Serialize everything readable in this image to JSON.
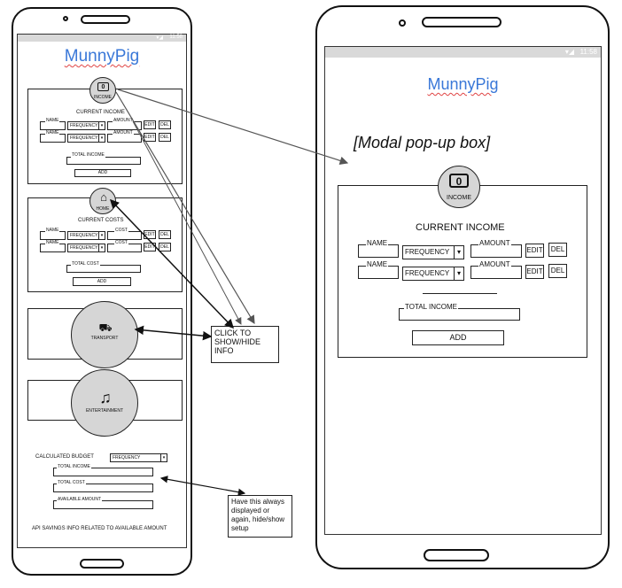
{
  "left_phone": {
    "app_title": "MunnyPig",
    "status_text": "11:58",
    "income": {
      "icon_label": "INCOME",
      "heading": "CURRENT INCOME",
      "rows": [
        {
          "name_label": "NAME",
          "frequency": "FREQUENCY",
          "amount_label": "AMOUNT",
          "edit": "EDIT",
          "del": "DEL"
        },
        {
          "name_label": "NAME",
          "frequency": "FREQUENCY",
          "amount_label": "AMOUNT",
          "edit": "EDIT",
          "del": "DEL"
        }
      ],
      "total_label": "TOTAL INCOME",
      "add": "ADD"
    },
    "costs": {
      "icon_label": "HOME",
      "heading": "CURRENT COSTS",
      "rows": [
        {
          "name_label": "NAME",
          "frequency": "FREQUENCY",
          "amount_label": "COST",
          "edit": "EDIT",
          "del": "DEL"
        },
        {
          "name_label": "NAME",
          "frequency": "FREQUENCY",
          "amount_label": "COST",
          "edit": "EDIT",
          "del": "DEL"
        }
      ],
      "total_label": "TOTAL COST",
      "add": "ADD"
    },
    "transport_label": "TRANSPORT",
    "entertainment_label": "ENTERTAINMENT",
    "budget": {
      "heading": "CALCULATED BUDGET",
      "frequency": "FREQUENCY",
      "total_income_label": "TOTAL INCOME",
      "total_cost_label": "TOTAL COST",
      "available_label": "AVAILABLE AMOUNT"
    },
    "api_text": "API SAVINGS INFO RELATED TO AVAILABLE AMOUNT"
  },
  "annotations": {
    "click_note": "CLICK TO SHOW/HIDE INFO",
    "display_note": "Have this always displayed or again, hide/show setup"
  },
  "right_phone": {
    "app_title": "MunnyPig",
    "status_text": "11:58",
    "modal_caption": "[Modal pop-up box]",
    "modal": {
      "icon_label": "INCOME",
      "heading": "CURRENT INCOME",
      "rows": [
        {
          "name_label": "NAME",
          "frequency": "FREQUENCY",
          "amount_label": "AMOUNT",
          "edit": "EDIT",
          "del": "DEL"
        },
        {
          "name_label": "NAME",
          "frequency": "FREQUENCY",
          "amount_label": "AMOUNT",
          "edit": "EDIT",
          "del": "DEL"
        }
      ],
      "total_label": "TOTAL INCOME",
      "add": "ADD"
    }
  },
  "colors": {
    "brand": "#3a78d8",
    "status_bar": "#d9d9d9",
    "icon_circle": "#d6d6d6",
    "ink": "#111111"
  }
}
